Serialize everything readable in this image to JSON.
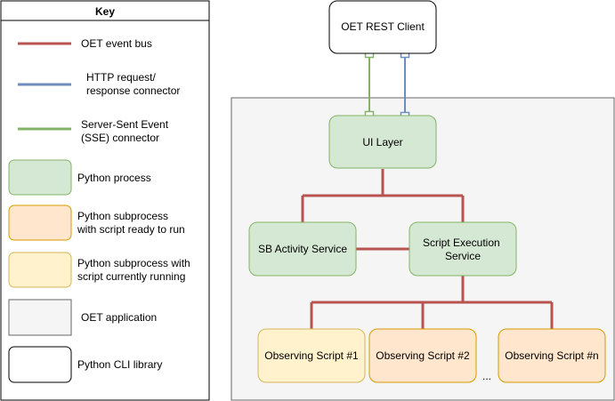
{
  "key": {
    "title": "Key",
    "items": [
      {
        "label": [
          "OET event bus"
        ]
      },
      {
        "label": [
          "HTTP request/",
          "response connector"
        ]
      },
      {
        "label": [
          "Server-Sent Event",
          "(SSE) connector"
        ]
      },
      {
        "label": [
          "Python process"
        ]
      },
      {
        "label": [
          "Python subprocess",
          "with script ready to run"
        ]
      },
      {
        "label": [
          "Python subprocess with",
          "script currently running"
        ]
      },
      {
        "label": [
          "OET application"
        ]
      },
      {
        "label": [
          "Python CLI library"
        ]
      }
    ]
  },
  "nodes": {
    "rest_client": {
      "label": [
        "OET REST Client"
      ]
    },
    "ui_layer": {
      "label": [
        "UI Layer"
      ]
    },
    "sb_activity": {
      "label": [
        "SB Activity Service"
      ]
    },
    "script_execution": {
      "label": [
        "Script Execution",
        "Service"
      ]
    },
    "obs1": {
      "label": [
        "Observing Script #1"
      ]
    },
    "obs2": {
      "label": [
        "Observing Script #2"
      ]
    },
    "obsn": {
      "label": [
        "Observing Script #n"
      ]
    },
    "ellipsis": {
      "label": [
        "..."
      ]
    }
  },
  "colors": {
    "event_bus": "#b85450",
    "http": "#6c8ebf",
    "sse": "#82b366",
    "process_fill": "#d5e8d4",
    "process_stroke": "#82b366",
    "ready_fill": "#ffe6cc",
    "ready_stroke": "#d79b00",
    "running_fill": "#fff2cc",
    "running_stroke": "#d6b656",
    "app_fill": "#f5f5f5",
    "app_stroke": "#666666",
    "cli_fill": "#ffffff",
    "cli_stroke": "#000000"
  }
}
